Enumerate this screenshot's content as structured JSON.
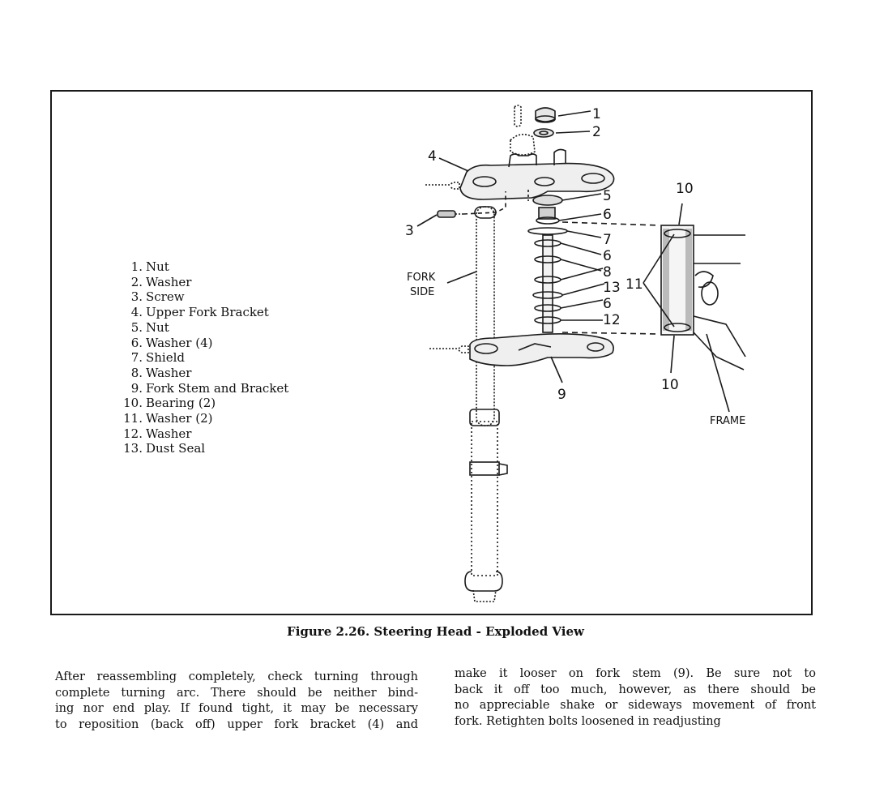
{
  "figure": {
    "caption": "Figure 2.26. Steering Head - Exploded View",
    "legend": [
      {
        "num": "1.",
        "text": "Nut"
      },
      {
        "num": "2.",
        "text": "Washer"
      },
      {
        "num": "3.",
        "text": "Screw"
      },
      {
        "num": "4.",
        "text": "Upper Fork Bracket"
      },
      {
        "num": "5.",
        "text": "Nut"
      },
      {
        "num": "6.",
        "text": "Washer (4)"
      },
      {
        "num": "7.",
        "text": "Shield"
      },
      {
        "num": "8.",
        "text": "Washer"
      },
      {
        "num": "9.",
        "text": "Fork Stem and Bracket"
      },
      {
        "num": "10.",
        "text": "Bearing (2)"
      },
      {
        "num": "11.",
        "text": "Washer (2)"
      },
      {
        "num": "12.",
        "text": "Washer"
      },
      {
        "num": "13.",
        "text": "Dust Seal"
      }
    ],
    "callouts": {
      "c1": "1",
      "c2": "2",
      "c3": "3",
      "c4": "4",
      "c5": "5",
      "c6a": "6",
      "c6b": "6",
      "c6c": "6",
      "c7": "7",
      "c8": "8",
      "c9": "9",
      "c10a": "10",
      "c10b": "10",
      "c11": "11",
      "c12": "12",
      "c13": "13"
    },
    "labels": {
      "fork_side_1": "FORK",
      "fork_side_2": "SIDE",
      "frame": "FRAME"
    }
  },
  "body_text": {
    "left": [
      "After reassembling completely, check turning through",
      "complete turning arc.  There should be neither bind-",
      "ing nor end play.  If found tight, it may be necessary",
      "to  reposition  (back  off)  upper fork bracket (4)  and"
    ],
    "right": [
      "make  it  looser  on  fork  stem  (9).  Be  sure  not  to",
      "back  it  off  too  much,  however,  as  there  should  be",
      "no  appreciable  shake  or  sideways  movement  of  front",
      "fork.   Retighten bolts loosened in readjusting"
    ]
  }
}
